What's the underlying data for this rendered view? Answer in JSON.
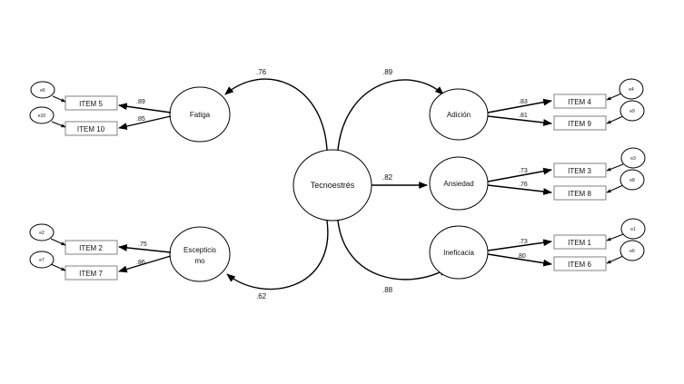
{
  "central": {
    "label": "Tecnoestrés"
  },
  "factors": {
    "fatiga": {
      "label": "Fatiga",
      "path_coef": ".76"
    },
    "adicion": {
      "label": "Adición",
      "path_coef": ".89"
    },
    "ansiedad": {
      "label": "Ansiedad",
      "path_coef": ".82"
    },
    "escepticismo": {
      "label_line1": "Escepticis",
      "label_line2": "mo",
      "path_coef": ".62"
    },
    "ineficacia": {
      "label": "Ineficacia",
      "path_coef": ".88"
    }
  },
  "indicators": {
    "item5": {
      "label": "ITEM 5",
      "loading": ".89",
      "error": "e6"
    },
    "item10": {
      "label": "ITEM 10",
      "loading": ".85",
      "error": "e10"
    },
    "item4": {
      "label": "ITEM 4",
      "loading": ".83",
      "error": "e4"
    },
    "item9": {
      "label": "ITEM 9",
      "loading": ".81",
      "error": "e9"
    },
    "item3": {
      "label": "ITEM 3",
      "loading": ".73",
      "error": "e3"
    },
    "item8": {
      "label": "ITEM 8",
      "loading": ".76",
      "error": "e8"
    },
    "item2": {
      "label": "ITEM 2",
      "loading": ".75",
      "error": "e2"
    },
    "item7": {
      "label": "ITEM 7",
      "loading": ".86",
      "error": "e7"
    },
    "item1": {
      "label": "ITEM 1",
      "loading": ".73",
      "error": "e1"
    },
    "item6": {
      "label": "ITEM 6",
      "loading": ".80",
      "error": "e6"
    }
  }
}
